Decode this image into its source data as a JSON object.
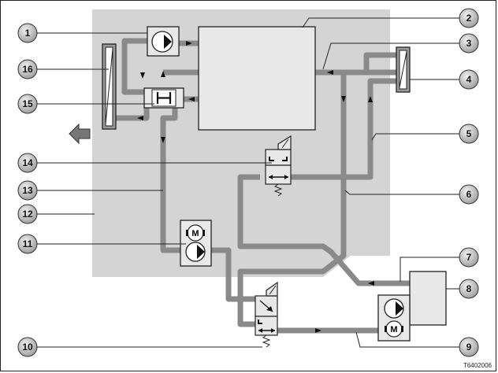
{
  "diagram": {
    "callouts_left": [
      "1",
      "16",
      "15",
      "14",
      "13",
      "12",
      "11",
      "10"
    ],
    "callouts_right": [
      "2",
      "3",
      "4",
      "5",
      "6",
      "7",
      "8",
      "9"
    ],
    "motor_label": "M",
    "reference": "T6402006"
  },
  "colors": {
    "panel": "#d4d4d4",
    "pipe": "#888888",
    "line": "#222222",
    "bubble": "#bcbcbc"
  }
}
